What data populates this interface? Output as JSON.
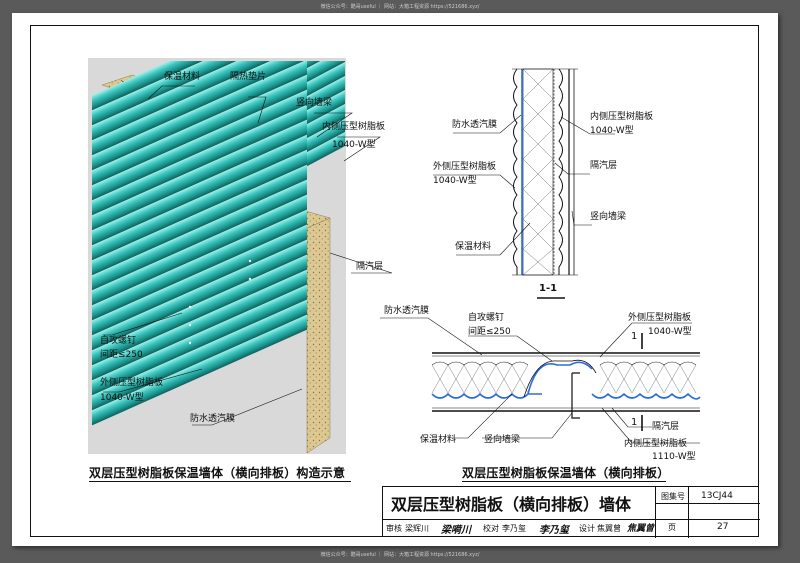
{
  "watermark": {
    "top": "微信公众号：酷哥useful ｜ 网站：大箱工程资源 https://521686.xyz/",
    "bottom": "微信公众号：酷哥useful ｜ 网站：大箱工程资源 https://521686.xyz/"
  },
  "isometric": {
    "labels": {
      "insulation": "保温材料",
      "thermal_pad": "隔热垫片",
      "vertical_beam": "竖向墙梁",
      "inner_panel": "内侧压型树脂板",
      "inner_panel_type": "1040-W型",
      "vapor_barrier": "隔汽层",
      "screw": "自攻螺钉",
      "screw_spacing": "间距≤250",
      "outer_panel": "外侧压型树脂板",
      "outer_panel_type": "1040-W型",
      "membrane": "防水透汽膜"
    },
    "caption": "双层压型树脂板保温墙体（横向排板）构造示意"
  },
  "section": {
    "labels": {
      "membrane": "防水透汽膜",
      "outer_panel": "外侧压型树脂板",
      "outer_panel_type": "1040-W型",
      "insulation": "保温材料",
      "inner_panel": "内侧压型树脂板",
      "inner_panel_type": "1040-W型",
      "vapor_barrier": "隔汽层",
      "vertical_beam": "竖向墙梁"
    },
    "section_mark": "1-1"
  },
  "plan": {
    "labels": {
      "membrane": "防水透汽膜",
      "screw": "自攻螺钉",
      "screw_spacing": "间距≤250",
      "outer_panel": "外侧压型树脂板",
      "outer_panel_type": "1040-W型",
      "insulation": "保温材料",
      "vertical_beam": "竖向墙梁",
      "vapor_barrier": "隔汽层",
      "inner_panel": "内侧压型树脂板",
      "inner_panel_type": "1110-W型",
      "cut_mark_top": "1",
      "cut_mark_bottom": "1"
    },
    "caption": "双层压型树脂板保温墙体（横向排板）"
  },
  "title_block": {
    "title": "双层压型树脂板（横向排板）墙体",
    "atlas_label": "图集号",
    "atlas_no": "13CJ44",
    "page_label": "页",
    "page_no": "27",
    "review_label": "审核",
    "reviewer": "梁辉川",
    "reviewer_sig": "梁嗬川",
    "check_label": "校对",
    "checker": "李乃玺",
    "checker_sig": "李乃玺",
    "design_label": "设计",
    "designer": "焦翼曾",
    "designer_sig": "焦翼曾"
  },
  "colors": {
    "panel": "#2bb3ae",
    "panel_light": "#7fe0d8",
    "insulation": "#d8c48a",
    "beam": "#6b3a14",
    "membrane_blue": "#2a6fd6"
  }
}
